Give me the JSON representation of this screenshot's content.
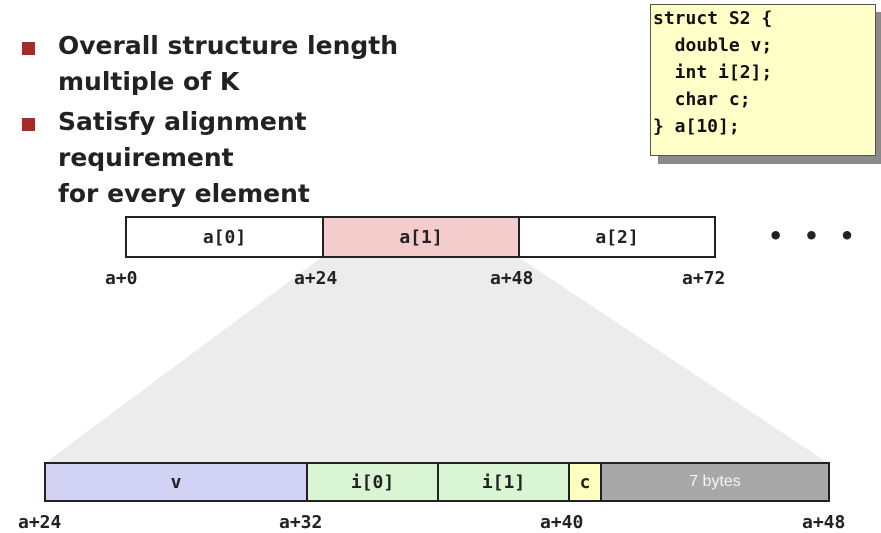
{
  "bullets": [
    {
      "line1": "Overall structure length",
      "line2": "multiple of K"
    },
    {
      "line1": "Satisfy alignment requirement",
      "line2": "for every element"
    }
  ],
  "code": {
    "lines": [
      "struct S2 {",
      "  double v;",
      "  int i[2];",
      "  char c;",
      "} a[10];"
    ]
  },
  "array": {
    "cells": [
      "a[0]",
      "a[1]",
      "a[2]"
    ],
    "ellipsis": "• • •",
    "addresses": [
      "a+0",
      "a+24",
      "a+48",
      "a+72"
    ],
    "colors": {
      "normal": "#ffffff",
      "highlight": "#f5cccc"
    }
  },
  "struct_layout": {
    "fields": [
      "v",
      "i[0]",
      "i[1]",
      "c",
      "7 bytes"
    ],
    "addresses": [
      "a+24",
      "a+32",
      "a+40",
      "a+48"
    ],
    "colors": {
      "v": "#d2d2f5",
      "i": "#d9f5d3",
      "c": "#ffffc0",
      "padding": "#a8a8a8",
      "zoom": "#ececec"
    }
  }
}
